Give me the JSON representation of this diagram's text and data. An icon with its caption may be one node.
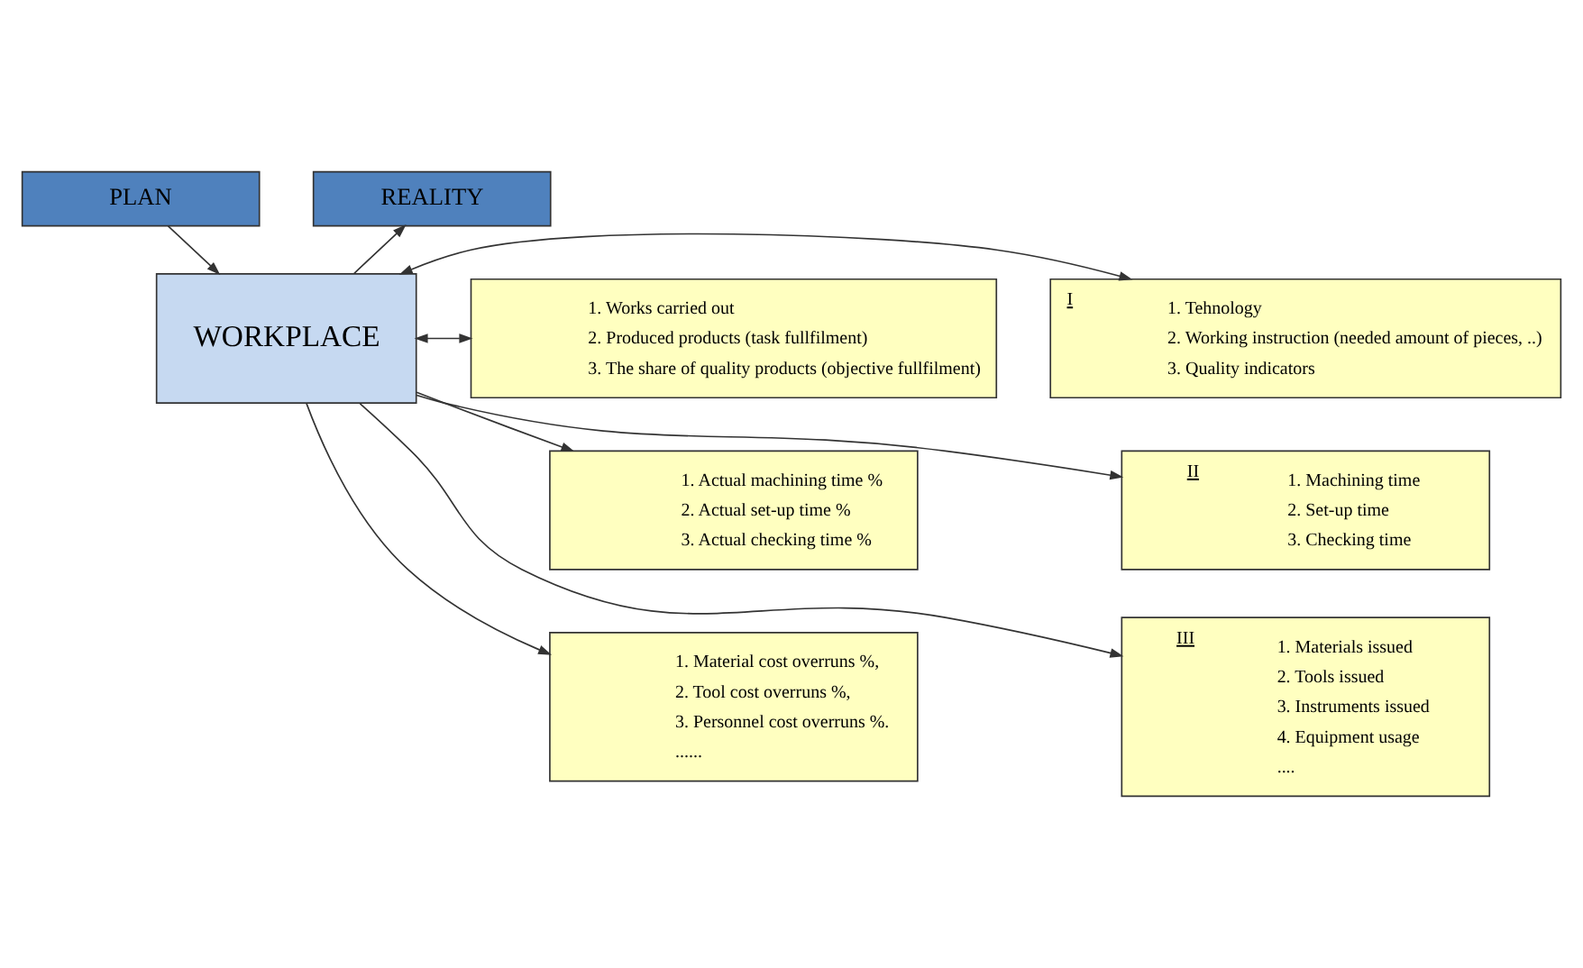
{
  "diagram": {
    "nodes": [
      {
        "text": [
          "PLAN"
        ]
      },
      {
        "text": [
          "REALITY"
        ]
      },
      {
        "text": [
          "WORKPLACE"
        ]
      },
      {
        "text": [
          "I",
          "1. Tehnology",
          "2. Working instruction (needed amount of pieces, ..)",
          "3. Quality indicators"
        ]
      },
      {
        "text": [
          "1. Works carried out",
          "2. Produced products (task fullfilment)",
          "3. The share of quality products (objective fullfilment)"
        ]
      },
      {
        "text": [
          "II",
          "1. Machining time",
          "2. Set-up time",
          "3. Checking time"
        ]
      },
      {
        "text": [
          "1. Actual machining time %",
          "2. Actual set-up time %",
          "3. Actual checking time %"
        ]
      },
      {
        "text": [
          "III",
          "1. Materials issued",
          "2. Tools issued",
          "3. Instruments issued",
          "4. Equipment usage",
          "...."
        ]
      },
      {
        "text": [
          "1. Material cost overruns %,",
          "2. Tool cost overruns %,",
          "3. Personnel cost overruns %.",
          "......"
        ]
      }
    ],
    "edges": [
      {
        "from": 0,
        "to": 2,
        "arrow": "to"
      },
      {
        "from": 2,
        "to": 1,
        "arrow": "to"
      },
      {
        "from": 2,
        "to": 3,
        "arrow": "both"
      },
      {
        "from": 2,
        "to": 4,
        "arrow": "both"
      },
      {
        "from": 2,
        "to": 5,
        "arrow": "to"
      },
      {
        "from": 2,
        "to": 6,
        "arrow": "to"
      },
      {
        "from": 2,
        "to": 7,
        "arrow": "to"
      },
      {
        "from": 2,
        "to": 8,
        "arrow": "to"
      }
    ]
  }
}
